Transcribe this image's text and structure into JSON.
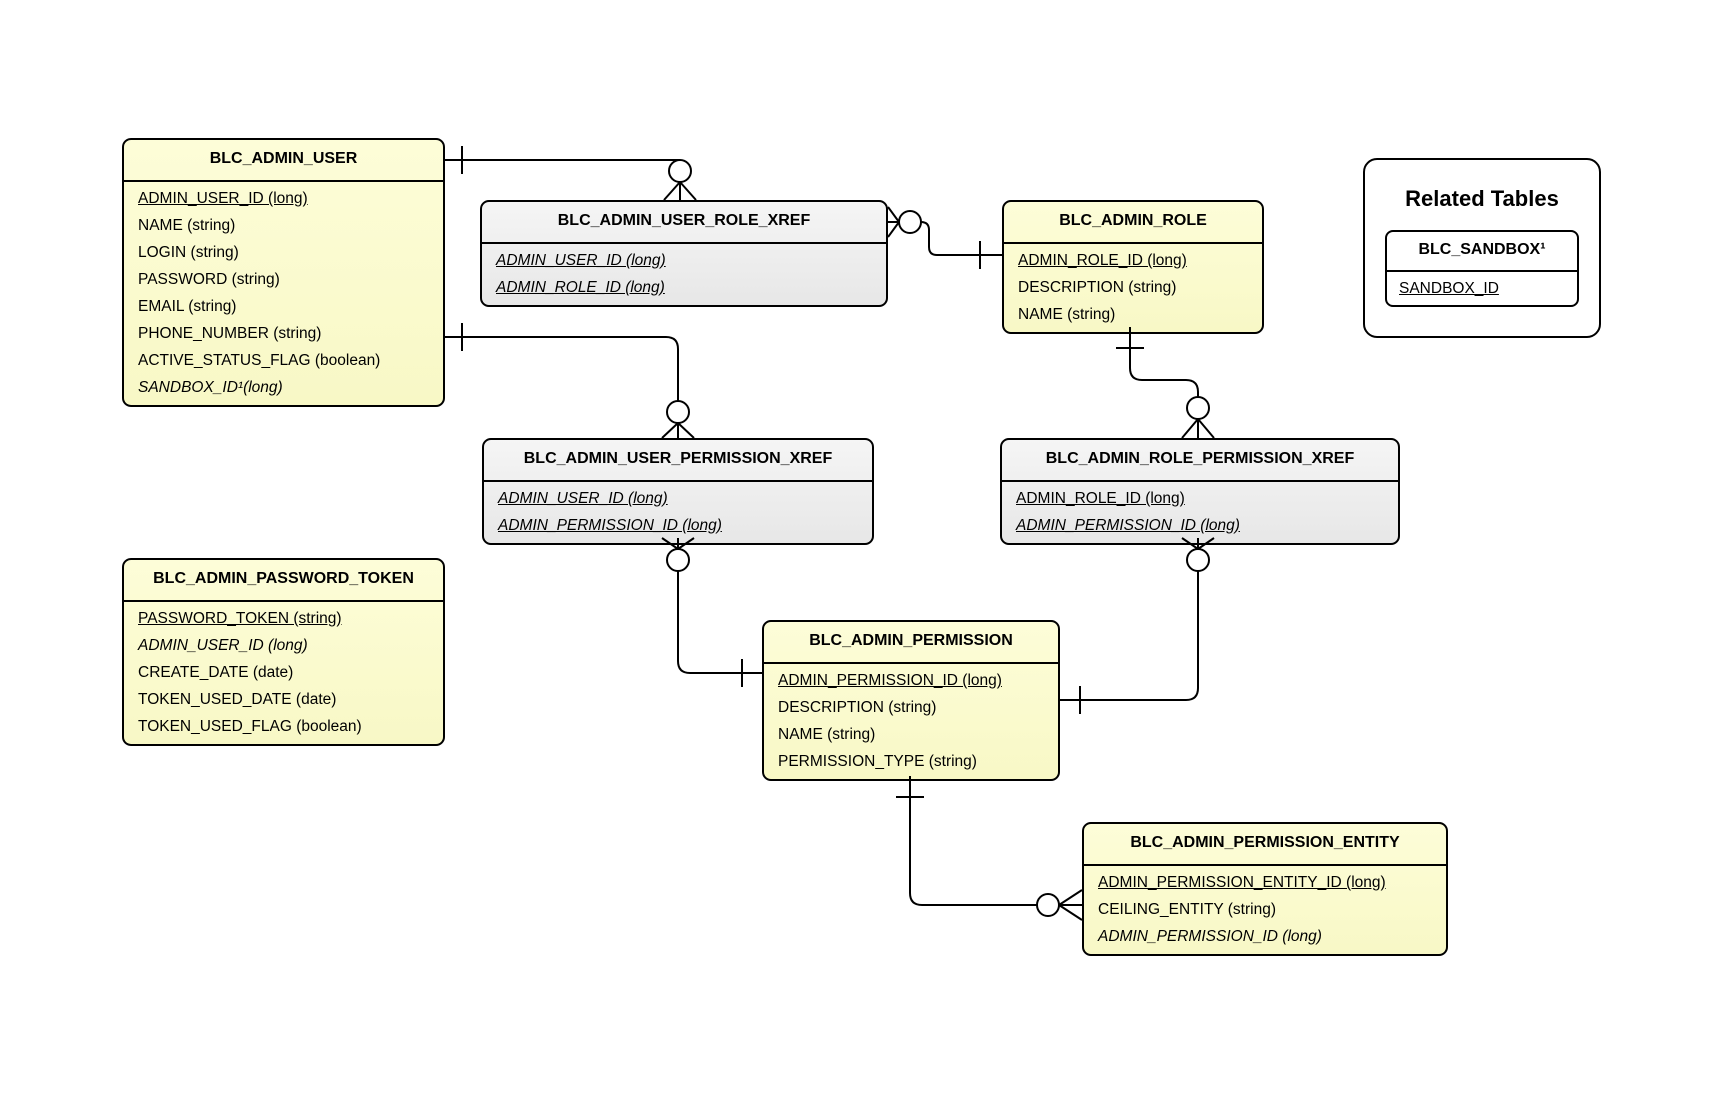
{
  "diagram": {
    "type": "entity-relationship-diagram",
    "colors": {
      "entity_fill": "#fbfbc8",
      "xref_fill": "#ececec",
      "panel_fill": "#ffffff",
      "line": "#000000",
      "background": "#ffffff"
    },
    "entities": [
      {
        "id": "blc_admin_user",
        "title": "BLC_ADMIN_USER",
        "kind": "entity",
        "fields": [
          {
            "text": "ADMIN_USER_ID (long)",
            "pk": true,
            "fk": false
          },
          {
            "text": "NAME (string)",
            "pk": false,
            "fk": false
          },
          {
            "text": "LOGIN (string)",
            "pk": false,
            "fk": false
          },
          {
            "text": "PASSWORD (string)",
            "pk": false,
            "fk": false
          },
          {
            "text": "EMAIL (string)",
            "pk": false,
            "fk": false
          },
          {
            "text": "PHONE_NUMBER (string)",
            "pk": false,
            "fk": false
          },
          {
            "text": "ACTIVE_STATUS_FLAG (boolean)",
            "pk": false,
            "fk": false
          },
          {
            "text": "SANDBOX_ID¹(long)",
            "pk": false,
            "fk": true
          }
        ]
      },
      {
        "id": "blc_admin_user_role_xref",
        "title": "BLC_ADMIN_USER_ROLE_XREF",
        "kind": "xref",
        "fields": [
          {
            "text": "ADMIN_USER_ID (long)",
            "pk": true,
            "fk": true
          },
          {
            "text": "ADMIN_ROLE_ID (long)",
            "pk": true,
            "fk": true
          }
        ]
      },
      {
        "id": "blc_admin_role",
        "title": "BLC_ADMIN_ROLE",
        "kind": "entity",
        "fields": [
          {
            "text": "ADMIN_ROLE_ID (long)",
            "pk": true,
            "fk": false
          },
          {
            "text": "DESCRIPTION (string)",
            "pk": false,
            "fk": false
          },
          {
            "text": "NAME (string)",
            "pk": false,
            "fk": false
          }
        ]
      },
      {
        "id": "blc_admin_user_permission_xref",
        "title": "BLC_ADMIN_USER_PERMISSION_XREF",
        "kind": "xref",
        "fields": [
          {
            "text": "ADMIN_USER_ID (long)",
            "pk": true,
            "fk": true
          },
          {
            "text": "ADMIN_PERMISSION_ID (long)",
            "pk": true,
            "fk": true
          }
        ]
      },
      {
        "id": "blc_admin_role_permission_xref",
        "title": "BLC_ADMIN_ROLE_PERMISSION_XREF",
        "kind": "xref",
        "fields": [
          {
            "text": "ADMIN_ROLE_ID (long)",
            "pk": true,
            "fk": false
          },
          {
            "text": "ADMIN_PERMISSION_ID (long)",
            "pk": true,
            "fk": true
          }
        ]
      },
      {
        "id": "blc_admin_password_token",
        "title": "BLC_ADMIN_PASSWORD_TOKEN",
        "kind": "entity",
        "fields": [
          {
            "text": "PASSWORD_TOKEN (string)",
            "pk": true,
            "fk": false
          },
          {
            "text": "ADMIN_USER_ID (long)",
            "pk": false,
            "fk": true
          },
          {
            "text": "CREATE_DATE (date)",
            "pk": false,
            "fk": false
          },
          {
            "text": "TOKEN_USED_DATE (date)",
            "pk": false,
            "fk": false
          },
          {
            "text": "TOKEN_USED_FLAG (boolean)",
            "pk": false,
            "fk": false
          }
        ]
      },
      {
        "id": "blc_admin_permission",
        "title": "BLC_ADMIN_PERMISSION",
        "kind": "entity",
        "fields": [
          {
            "text": "ADMIN_PERMISSION_ID (long)",
            "pk": true,
            "fk": false
          },
          {
            "text": "DESCRIPTION (string)",
            "pk": false,
            "fk": false
          },
          {
            "text": "NAME (string)",
            "pk": false,
            "fk": false
          },
          {
            "text": "PERMISSION_TYPE (string)",
            "pk": false,
            "fk": false
          }
        ]
      },
      {
        "id": "blc_admin_permission_entity",
        "title": "BLC_ADMIN_PERMISSION_ENTITY",
        "kind": "entity",
        "fields": [
          {
            "text": "ADMIN_PERMISSION_ENTITY_ID (long)",
            "pk": true,
            "fk": false
          },
          {
            "text": "CEILING_ENTITY (string)",
            "pk": false,
            "fk": false
          },
          {
            "text": "ADMIN_PERMISSION_ID (long)",
            "pk": false,
            "fk": true
          }
        ]
      }
    ],
    "related_tables": {
      "title": "Related Tables",
      "table": {
        "title": "BLC_SANDBOX¹",
        "fields": [
          {
            "text": "SANDBOX_ID",
            "pk": true,
            "fk": false
          }
        ]
      }
    },
    "relationships": [
      {
        "from": "BLC_ADMIN_USER",
        "to": "BLC_ADMIN_USER_ROLE_XREF",
        "from_cardinality": "one",
        "to_cardinality": "zero-or-many"
      },
      {
        "from": "BLC_ADMIN_ROLE",
        "to": "BLC_ADMIN_USER_ROLE_XREF",
        "from_cardinality": "one",
        "to_cardinality": "zero-or-many"
      },
      {
        "from": "BLC_ADMIN_USER",
        "to": "BLC_ADMIN_USER_PERMISSION_XREF",
        "from_cardinality": "one",
        "to_cardinality": "zero-or-many"
      },
      {
        "from": "BLC_ADMIN_PERMISSION",
        "to": "BLC_ADMIN_USER_PERMISSION_XREF",
        "from_cardinality": "one",
        "to_cardinality": "zero-or-many"
      },
      {
        "from": "BLC_ADMIN_ROLE",
        "to": "BLC_ADMIN_ROLE_PERMISSION_XREF",
        "from_cardinality": "one",
        "to_cardinality": "zero-or-many"
      },
      {
        "from": "BLC_ADMIN_PERMISSION",
        "to": "BLC_ADMIN_ROLE_PERMISSION_XREF",
        "from_cardinality": "one",
        "to_cardinality": "zero-or-many"
      },
      {
        "from": "BLC_ADMIN_PERMISSION",
        "to": "BLC_ADMIN_PERMISSION_ENTITY",
        "from_cardinality": "one",
        "to_cardinality": "zero-or-many"
      }
    ]
  }
}
